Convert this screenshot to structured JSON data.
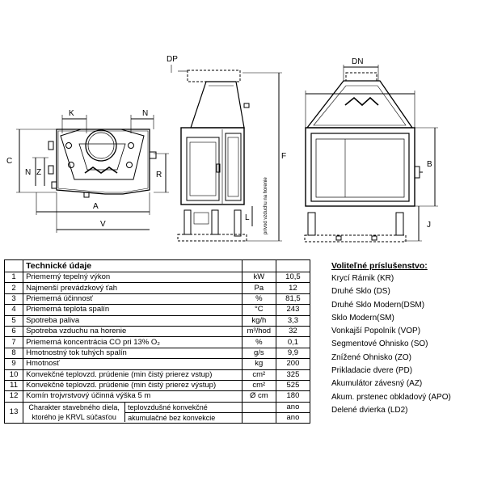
{
  "drawing": {
    "dimension_labels": {
      "dp": "DP",
      "dn": "DN",
      "k": "K",
      "n_top": "N",
      "c": "C",
      "n_side": "N",
      "z": "Z",
      "r": "R",
      "a": "A",
      "v": "V",
      "f": "F",
      "l": "L",
      "b": "B",
      "j": "J"
    },
    "air_inlet_label": "prívod vzduchu na horenie"
  },
  "specs": {
    "title": "Technické údaje",
    "rows": [
      {
        "no": "1",
        "label": "Priemerný tepelný výkon",
        "unit": "kW",
        "value": "10,5"
      },
      {
        "no": "2",
        "label": "Najmenší prevádzkový ťah",
        "unit": "Pa",
        "value": "12"
      },
      {
        "no": "3",
        "label": "Priemerná účinnosť",
        "unit": "%",
        "value": "81,5"
      },
      {
        "no": "4",
        "label": "Priemerná teplota spalín",
        "unit": "°C",
        "value": "243"
      },
      {
        "no": "5",
        "label": "Spotreba paliva",
        "unit": "kg/h",
        "value": "3,3"
      },
      {
        "no": "6",
        "label": "Spotreba vzduchu na horenie",
        "unit": "m³/hod",
        "value": "32"
      },
      {
        "no": "7",
        "label": "Priemerná koncentrácia CO pri 13% O₂",
        "unit": "%",
        "value": "0,1"
      },
      {
        "no": "8",
        "label": "Hmotnostný tok tuhých spalín",
        "unit": "g/s",
        "value": "9,9"
      },
      {
        "no": "9",
        "label": "Hmotnosť",
        "unit": "kg",
        "value": "200"
      },
      {
        "no": "10",
        "label": "Konvekčné teplovzd. prúdenie (min čistý prierez vstup)",
        "unit": "cm²",
        "value": "325"
      },
      {
        "no": "11",
        "label": "Konvekčné teplovzd. prúdenie (min čistý prierez výstup)",
        "unit": "cm²",
        "value": "525"
      },
      {
        "no": "12",
        "label": "Komín trojvrstvový účinná výška 5 m",
        "unit": "Ø cm",
        "value": "180"
      }
    ],
    "row13": {
      "no": "13",
      "label_line1": "Charakter stavebného diela,",
      "label_line2": "ktorého je KRVL súčasťou",
      "option1": "teplovzdušné konvekčné",
      "option2": "akumulačné bez konvekcie",
      "value1": "ano",
      "value2": "ano"
    }
  },
  "accessories": {
    "title": "Voliteľné príslušenstvo:",
    "items": [
      "Krycí Rámik (KR)",
      "Druhé Sklo (DS)",
      "Druhé Sklo Modern(DSM)",
      "Sklo Modern(SM)",
      "Vonkajší Popolník (VOP)",
      "Segmentové Ohnisko (SO)",
      "Znížené Ohnisko (ZO)",
      "Prikladacie dvere (PD)",
      "Akumulátor závesný (AZ)",
      "Akum. prstenec obkladový (APO)",
      "Delené dvierka (LD2)"
    ]
  }
}
